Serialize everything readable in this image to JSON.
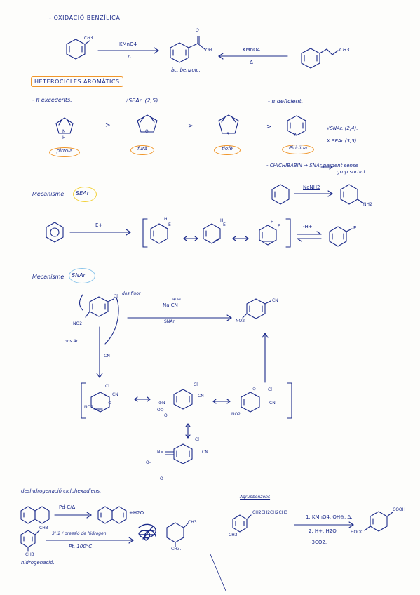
{
  "oxidation": {
    "title": "- OXIDACIÓ BENZÍLICA.",
    "reagent1": "KMnO4",
    "cond1": "Δ",
    "reagent2": "KMnO4",
    "cond2": "Δ",
    "ch3_left": "CH3",
    "oh": "OH",
    "o": "O",
    "ch3_right": "CH3",
    "product_label": "àc. benzoic."
  },
  "heterocycles": {
    "title": "HETEROCICLES AROMÀTICS",
    "pi_excess": "- π excedents.",
    "sear_yes": "√SEAr. (2,5).",
    "pi_deficient": "- π deficient.",
    "names": [
      "pirrola",
      "furà",
      "tiofè",
      "Piridina"
    ],
    "atoms": [
      "N",
      "H",
      "O",
      "S",
      "N"
    ],
    "gt": ">",
    "snar_pos": "√SNAr. (2,4).",
    "sear_pos": "X SEAr (3,5).",
    "chichibabin": "- CHICHIBABIN → SNAr perdent sense",
    "chichibabin2": "grup sortint.",
    "nanh2": "NaNH2",
    "nh2": "NH2"
  },
  "sear": {
    "title": "Mecanisme",
    "tag": "SEAr",
    "electrophile": "E+",
    "e": "E",
    "h": "H",
    "minus_h": "-H+",
    "e_final": "E."
  },
  "snar": {
    "title": "Mecanisme",
    "tag": "SNAr",
    "cl": "Cl",
    "no2": "NO2",
    "cn": "CN",
    "reagent": "Na CN",
    "reagent_charges": "⊕ ⊖",
    "cond": "SNAr",
    "de_fluor": "dos fluor",
    "dos_ar": "dos Ar.",
    "minus_cn": "-CN",
    "n_plus": "⊕N",
    "o_minus": "O⊖",
    "o": "O",
    "minus": "⊖",
    "o_minus2": "O-",
    "n_eq": "N=",
    "o_bot": "O-"
  },
  "dehydro": {
    "title": "deshidrogenació ciclohexadiens.",
    "reagent": "Pd-C/Δ",
    "product": "+H2O.",
    "cond1": "3H2 / pressió de hidrogen",
    "cond2": "Pt, 100°C",
    "label": "hidrogenació.",
    "ch3": "CH3",
    "ch3b": "CH3."
  },
  "alkyl": {
    "title": "Agrupbenzens",
    "chain": "CH2CH2CH2CH3",
    "ch3": "CH3",
    "step1": "1. KMnO4, OH⊖, Δ.",
    "step2": "2. H+, H2O.",
    "step3": "-3CO2.",
    "cooh": "COOH",
    "hooc": "HOOC"
  }
}
